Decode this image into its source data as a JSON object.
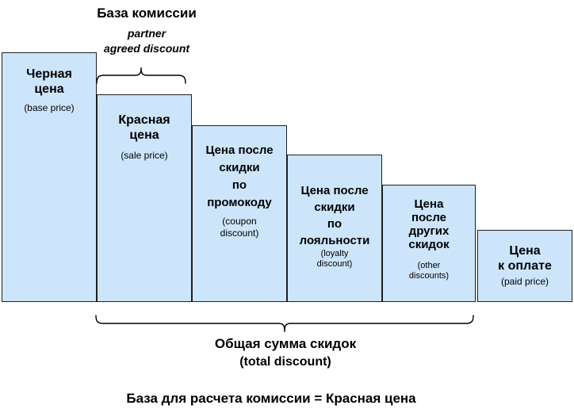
{
  "diagram": {
    "top_annotation": {
      "title": "База комиссии",
      "subtitle": [
        "partner",
        "agreed discount"
      ]
    },
    "bars": [
      {
        "title": "Черная\nцена",
        "caption": "(base price)"
      },
      {
        "title": "Красная\nцена",
        "caption": "(sale price)"
      },
      {
        "title": "Цена после\nскидки\nпо\nпромокоду",
        "caption": "(coupon\ndiscount)"
      },
      {
        "title": "Цена после\nскидки\nпо\nлояльности",
        "caption": "(loyalty\ndiscount)"
      },
      {
        "title": "Цена\nпосле\nдругих\nскидок",
        "caption": "(other\ndiscounts)"
      },
      {
        "title": "Цена\nк оплате",
        "caption": "(paid price)"
      }
    ],
    "bottom_annotation": {
      "line1": "Общая сумма скидок",
      "line2": "(total discount)"
    },
    "formula": "База для расчета комиссии = Красная цена"
  },
  "colors": {
    "bar_fill": "#cce5fb",
    "bar_border": "#1f1f1f",
    "text": "#000000",
    "background": "#ffffff"
  }
}
